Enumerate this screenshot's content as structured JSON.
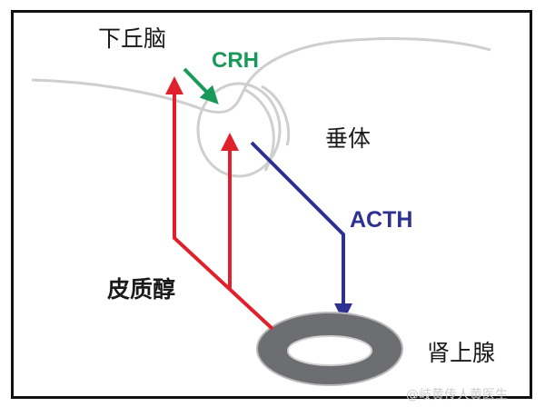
{
  "labels": {
    "hypothalamus": "下丘脑",
    "crh": "CRH",
    "pituitary": "垂体",
    "acth": "ACTH",
    "cortisol": "皮质醇",
    "adrenal": "肾上腺"
  },
  "watermark": "@岐黄传人黄医生",
  "colors": {
    "crh": "#1a9a5a",
    "acth": "#2e3092",
    "feedback": "#e0202a",
    "outline": "#cfcfcf",
    "adrenal": "#6d6e71"
  }
}
